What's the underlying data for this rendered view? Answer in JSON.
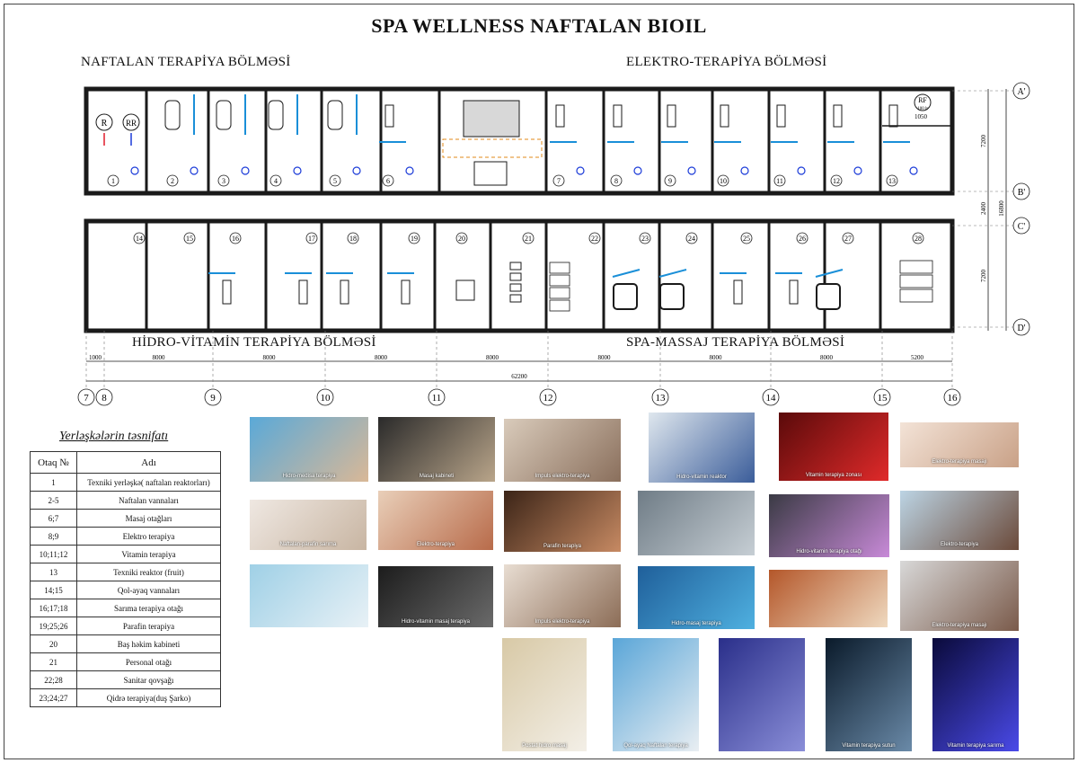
{
  "title": "SPA WELLNESS  NAFTALAN BIOIL",
  "sections": {
    "naftalan": "NAFTALAN TERAPİYA BÖLMƏSİ",
    "elektro": "ELEKTRO-TERAPİYA BÖLMƏSİ",
    "hidro": "HİDRO-VİTAMİN TERAPİYA BÖLMƏSİ",
    "spa": "SPA-MASSAJ TERAPİYA BÖLMƏSİ"
  },
  "plan": {
    "grid_axes": [
      "7",
      "8",
      "9",
      "10",
      "11",
      "12",
      "13",
      "14",
      "15",
      "16"
    ],
    "row_axes": [
      "A'",
      "B'",
      "C'",
      "D'"
    ],
    "spans": [
      "1000",
      "8000",
      "8000",
      "8000",
      "8000",
      "8000",
      "8000",
      "8000",
      "5200"
    ],
    "total": "62200",
    "side_dims": [
      "7200",
      "2400",
      "7200"
    ],
    "side_total": "16800",
    "top_rooms": [
      "1",
      "2",
      "3",
      "4",
      "5",
      "6",
      "7",
      "8",
      "9",
      "10",
      "11",
      "12",
      "13"
    ],
    "bottom_rooms": [
      "14",
      "15",
      "16",
      "17",
      "18",
      "19",
      "20",
      "21",
      "22",
      "23",
      "24",
      "25",
      "26",
      "27",
      "28"
    ],
    "reactor_labels": [
      "R",
      "RR"
    ],
    "rf_label": "RF",
    "rf_volume": "100 lt",
    "dim_1050": "1050"
  },
  "legend": {
    "title": "Yerləşkələrin təsnifatı",
    "headers": [
      "Otaq №",
      "Adı"
    ],
    "rows": [
      [
        "1",
        "Texniki yerləşkə( naftalan reaktorları)"
      ],
      [
        "2-5",
        "Naftalan vannaları"
      ],
      [
        "6;7",
        "Masaj otağları"
      ],
      [
        "8;9",
        "Elektro terapiya"
      ],
      [
        "10;11;12",
        "Vitamin terapiya"
      ],
      [
        "13",
        "Texniki reaktor (fruit)"
      ],
      [
        "14;15",
        "Qol-ayaq vannaları"
      ],
      [
        "16;17;18",
        "Sarıma terapiya otağı"
      ],
      [
        "19;25;26",
        "Parafin terapiya"
      ],
      [
        "20",
        "Baş həkim kabineti"
      ],
      [
        "21",
        "Personal otağı"
      ],
      [
        "22;28",
        "Sanitar qovşağı"
      ],
      [
        "23;24;27",
        "Qidrə terapiya(duş Şarko)"
      ]
    ]
  },
  "photos": [
    {
      "caption": "Hidro-medisa terapiya",
      "colors": [
        "#5aa9d8",
        "#d9b897"
      ]
    },
    {
      "caption": "Masaj kabineti",
      "colors": [
        "#2a2a2a",
        "#b9a58a"
      ]
    },
    {
      "caption": "Impuls elektro-terapiya",
      "colors": [
        "#d9cbbb",
        "#8a6f5c"
      ]
    },
    {
      "caption": "Hidro-vitamin reaktor",
      "colors": [
        "#dfe7ee",
        "#3b5d9a"
      ]
    },
    {
      "caption": "Vitamin terapiya zonası",
      "colors": [
        "#5a0a0a",
        "#e02a2a"
      ]
    },
    {
      "caption": "Elektro-terapiya masajı",
      "colors": [
        "#f3e3d7",
        "#c9a187"
      ]
    },
    {
      "caption": "Naftalan-parafin sarıma",
      "colors": [
        "#efe8e2",
        "#c8b5a2"
      ]
    },
    {
      "caption": "Elektro-terapiya",
      "colors": [
        "#e9cfb9",
        "#b86b4a"
      ]
    },
    {
      "caption": "Parafin terapiya",
      "colors": [
        "#3b2417",
        "#c78a63"
      ]
    },
    {
      "caption": "",
      "colors": [
        "#6f7c86",
        "#c6ced4"
      ]
    },
    {
      "caption": "Hidro-vitamin terapiya otağı",
      "colors": [
        "#3a3a44",
        "#c88ad8"
      ]
    },
    {
      "caption": "Elektro-terapiya",
      "colors": [
        "#bcd4e4",
        "#6b4a3a"
      ]
    },
    {
      "caption": "",
      "colors": [
        "#9fd0e6",
        "#e8f1f6"
      ]
    },
    {
      "caption": "Hidro-vitamin masaj terapiya",
      "colors": [
        "#1c1c1c",
        "#6a6a6a"
      ]
    },
    {
      "caption": "Impuls elektro-terapiya",
      "colors": [
        "#e8ddd2",
        "#8c6d57"
      ]
    },
    {
      "caption": "Hidro-masaj terapiya",
      "colors": [
        "#1f5f9a",
        "#4fb0e0"
      ]
    },
    {
      "caption": "",
      "colors": [
        "#b4572a",
        "#efd9bf"
      ]
    },
    {
      "caption": "Elektro-terapiya masajı",
      "colors": [
        "#d8d8d8",
        "#7a5a4a"
      ]
    },
    {
      "caption": "Postat hidro masaj",
      "colors": [
        "#d8c9a6",
        "#f3efe7"
      ]
    },
    {
      "caption": "Qol-ayaq Naftalan terapiya",
      "colors": [
        "#5aa6d8",
        "#e9eef2"
      ]
    },
    {
      "caption": "",
      "colors": [
        "#2a2f8a",
        "#8a8ed8"
      ]
    },
    {
      "caption": "Vitamin terapiya sutun",
      "colors": [
        "#0a1a2a",
        "#6a8aa8"
      ]
    },
    {
      "caption": "Vitamin terapiya sarıma",
      "colors": [
        "#0a0a3a",
        "#4a4ae8"
      ]
    }
  ],
  "colors": {
    "wall": "#1a1a1a",
    "fixture_blue": "#1a8fd8",
    "hot": "#e01a2a",
    "cold": "#1a3ad8"
  }
}
